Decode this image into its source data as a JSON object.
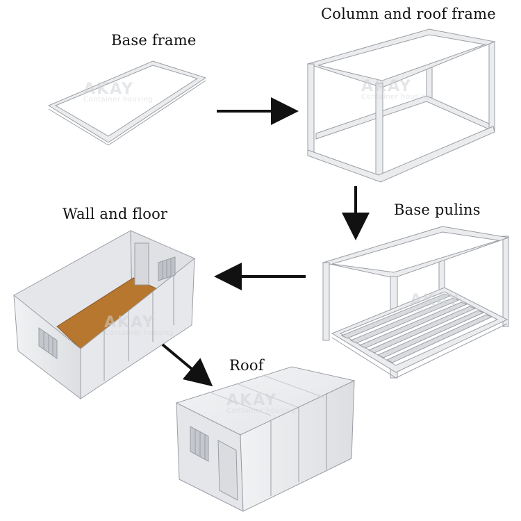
{
  "labels": {
    "base_frame": "Base frame",
    "column_roof": "Column and roof frame",
    "base_pulins": "Base pulins",
    "wall_floor": "Wall and floor",
    "roof": "Roof"
  },
  "watermark": {
    "brand": "AKAY",
    "tagline": "Container housing"
  },
  "colors": {
    "frame": "#e9eaec",
    "frame_edge": "#9a9ea4",
    "floor": "#b8772f",
    "arrow": "#111111"
  }
}
